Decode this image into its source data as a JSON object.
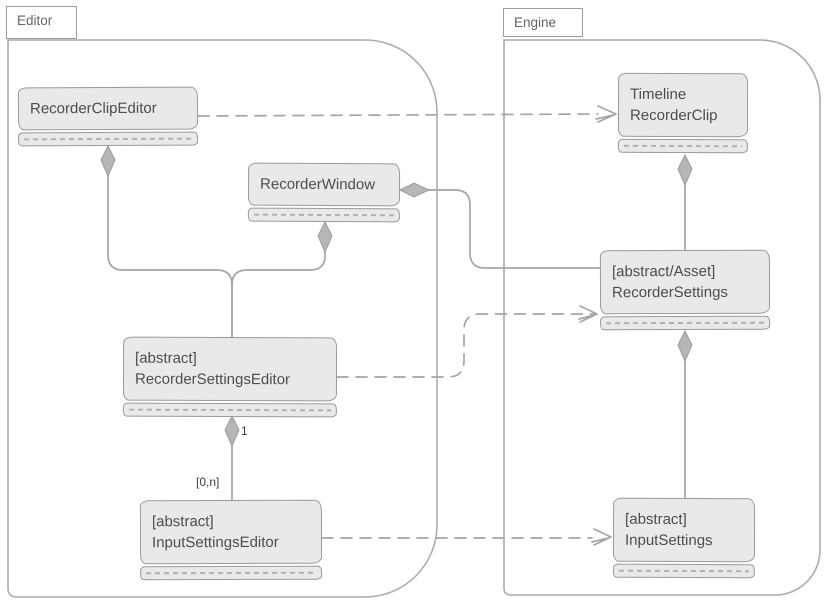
{
  "diagram_type": "uml-class-diagram",
  "packages": {
    "editor": {
      "label": "Editor"
    },
    "engine": {
      "label": "Engine"
    }
  },
  "classes": {
    "recorder_clip_editor": {
      "line1": "RecorderClipEditor"
    },
    "recorder_window": {
      "line1": "RecorderWindow"
    },
    "recorder_settings_editor": {
      "line1": "[abstract]",
      "line2": "RecorderSettingsEditor"
    },
    "input_settings_editor": {
      "line1": "[abstract]",
      "line2": "InputSettingsEditor"
    },
    "timeline_recorder_clip": {
      "line1": "Timeline",
      "line2": "RecorderClip"
    },
    "recorder_settings": {
      "line1": "[abstract/Asset]",
      "line2": "RecorderSettings"
    },
    "input_settings": {
      "line1": "[abstract]",
      "line2": "InputSettings"
    }
  },
  "relations": [
    {
      "from": "RecorderClipEditor",
      "to": "Timeline RecorderClip",
      "type": "dashed-dependency"
    },
    {
      "from": "RecorderClipEditor",
      "to": "RecorderSettingsEditor",
      "type": "composition"
    },
    {
      "from": "RecorderWindow",
      "to": "RecorderSettingsEditor",
      "type": "composition"
    },
    {
      "from": "RecorderWindow",
      "to": "RecorderSettings",
      "type": "composition"
    },
    {
      "from": "RecorderSettingsEditor",
      "to": "RecorderSettings",
      "type": "dashed-dependency"
    },
    {
      "from": "RecorderSettingsEditor",
      "to": "InputSettingsEditor",
      "type": "composition",
      "multiplicity_from": "1",
      "multiplicity_to": "[0,n]"
    },
    {
      "from": "InputSettingsEditor",
      "to": "InputSettings",
      "type": "dashed-dependency"
    },
    {
      "from": "Timeline RecorderClip",
      "to": "RecorderSettings",
      "type": "composition"
    },
    {
      "from": "RecorderSettings",
      "to": "InputSettings",
      "type": "composition"
    }
  ],
  "colors": {
    "box_fill": "#e9e9e9",
    "box_border": "#9a9a9a",
    "frame_border": "#acacac",
    "connector": "#a5a5a5",
    "diamond_fill": "#b6b6b6",
    "text_primary": "#4d4d4d",
    "tab_text": "#666666",
    "label_text": "#3d3d3d",
    "background": "#ffffff"
  }
}
